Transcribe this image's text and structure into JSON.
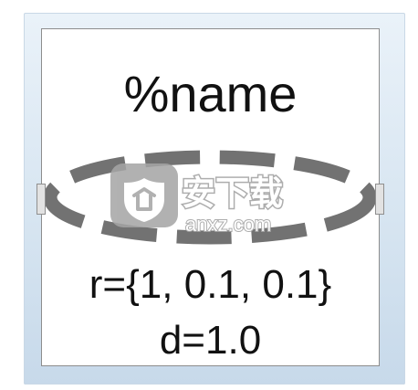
{
  "component": {
    "name_label": "%name",
    "r_label": "r={1, 0.1, 0.1}",
    "d_label": "d=1.0"
  },
  "icon": {
    "name": "dashed-ring-icon",
    "color": "#707070"
  },
  "watermark": {
    "cn_text": "安下载",
    "site_text": "anxz.com",
    "logo_name": "shield-logo-icon"
  },
  "colors": {
    "frame_top": "#eaf2f9",
    "frame_bottom": "#c7d9ea",
    "panel_border": "#8d8d8d",
    "text": "#111111"
  }
}
